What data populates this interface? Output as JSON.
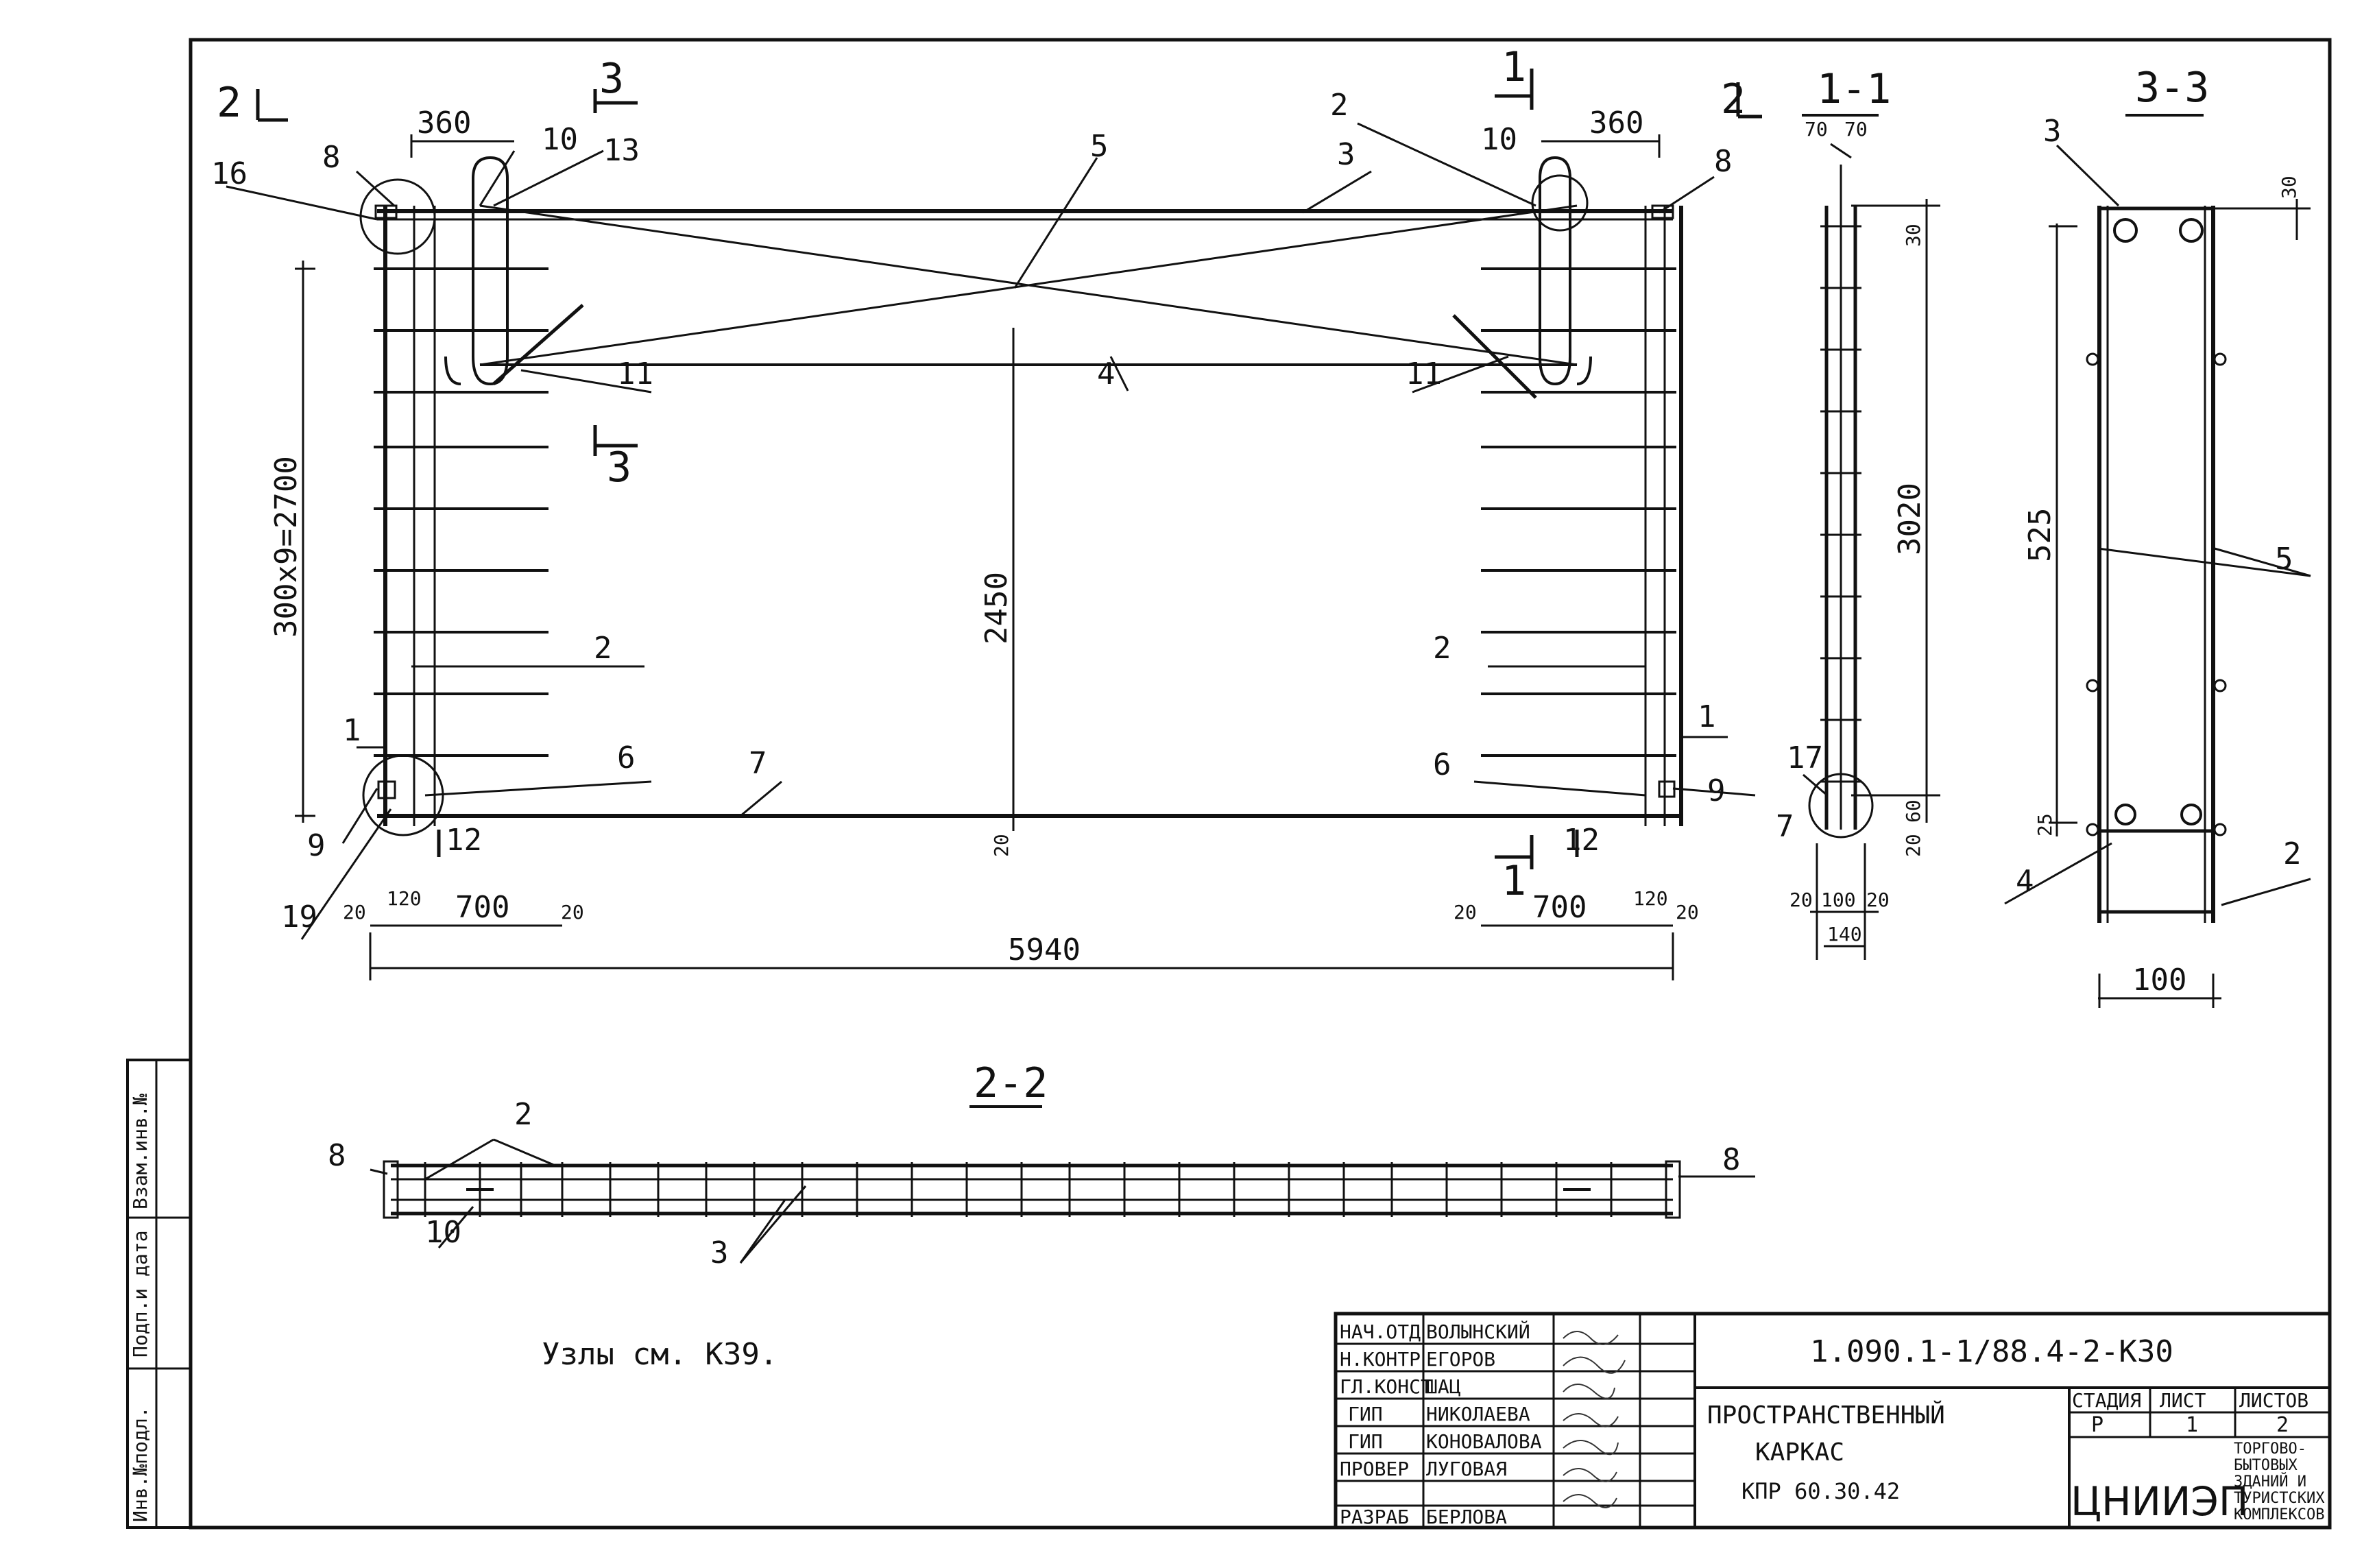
{
  "sections": {
    "s1": "1-1",
    "s2": "2-2",
    "s3": "3-3",
    "cut_1": "1",
    "cut_2": "2",
    "cut_3": "3"
  },
  "main_view": {
    "dims": {
      "d360": "360",
      "d300x9": "300x9=2700",
      "d2450": "2450",
      "d5940": "5940",
      "d700": "700",
      "d120": "120",
      "d20": "20"
    },
    "labels": {
      "p1": "1",
      "p2": "2",
      "p3": "3",
      "p4": "4",
      "p5": "5",
      "p6": "6",
      "p7": "7",
      "p8": "8",
      "p9": "9",
      "p10": "10",
      "p11": "11",
      "p12": "12",
      "p13": "13",
      "p16": "16",
      "p19": "19"
    }
  },
  "view_1_1": {
    "dims": {
      "d70": "70",
      "d30": "30",
      "d3020": "3020",
      "d60": "60",
      "d20": "20",
      "d100": "100",
      "d140": "140"
    },
    "labels": {
      "p17": "17",
      "p7": "7"
    }
  },
  "view_3_3": {
    "dims": {
      "d30": "30",
      "d525": "525",
      "d25": "25",
      "d100": "100"
    },
    "labels": {
      "p3": "3",
      "p5": "5",
      "p4": "4",
      "p2": "2"
    }
  },
  "view_2_2": {
    "labels": {
      "p2": "2",
      "p3": "3",
      "p8": "8",
      "p10": "10"
    }
  },
  "note": "Узлы см. К39.",
  "side_stamp": [
    "Инв.№подл.",
    "Подп.и дата",
    "Взам.инв.№"
  ],
  "title_block": {
    "roles": [
      {
        "role": "НАЧ.ОТД",
        "name": "ВОЛЫНСКИЙ"
      },
      {
        "role": "Н.КОНТР",
        "name": "ЕГОРОВ"
      },
      {
        "role": "ГЛ.КОНСТ",
        "name": "ШАЦ"
      },
      {
        "role": "ГИП",
        "name": "НИКОЛАЕВА"
      },
      {
        "role": "ГИП",
        "name": "КОНОВАЛОВА"
      },
      {
        "role": "ПРОВЕР",
        "name": "ЛУГОВАЯ"
      },
      {
        "role": "РАЗРАБ",
        "name": "БЕРЛОВА"
      }
    ],
    "code": "1.090.1-1/88.4-2-К30",
    "title_lines": [
      "ПРОСТРАНСТВЕННЫЙ",
      "КАРКАС",
      "КПР 60.30.42"
    ],
    "stage_header": "СТАДИЯ",
    "sheet_header": "ЛИСТ",
    "sheets_header": "ЛИСТОВ",
    "stage": "Р",
    "sheet": "1",
    "sheets": "2",
    "org": "ЦНИИЭП",
    "org_desc": [
      "ТОРГОВО-",
      "БЫТОВЫХ",
      "ЗДАНИЙ И",
      "ТУРИСТСКИХ",
      "КОМПЛЕКСОВ"
    ]
  }
}
